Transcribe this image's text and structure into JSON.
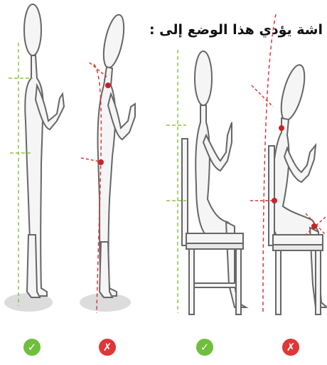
{
  "caption": "اشة يؤدي هذا الوضع إلى :",
  "panels": [
    {
      "id": "standing-good",
      "status": "correct",
      "badge": "✓"
    },
    {
      "id": "standing-bad",
      "status": "incorrect",
      "badge": "✗"
    },
    {
      "id": "sitting-good",
      "status": "correct",
      "badge": "✓"
    },
    {
      "id": "sitting-bad",
      "status": "incorrect",
      "badge": "✗"
    }
  ],
  "colors": {
    "correct": "#6fbf3c",
    "incorrect": "#e03636",
    "guide_good": "#8cc63f",
    "guide_bad": "#e03636",
    "figure_fill": "#f5f5f5",
    "figure_stroke": "#666666",
    "shadow": "#dcdcdc"
  }
}
